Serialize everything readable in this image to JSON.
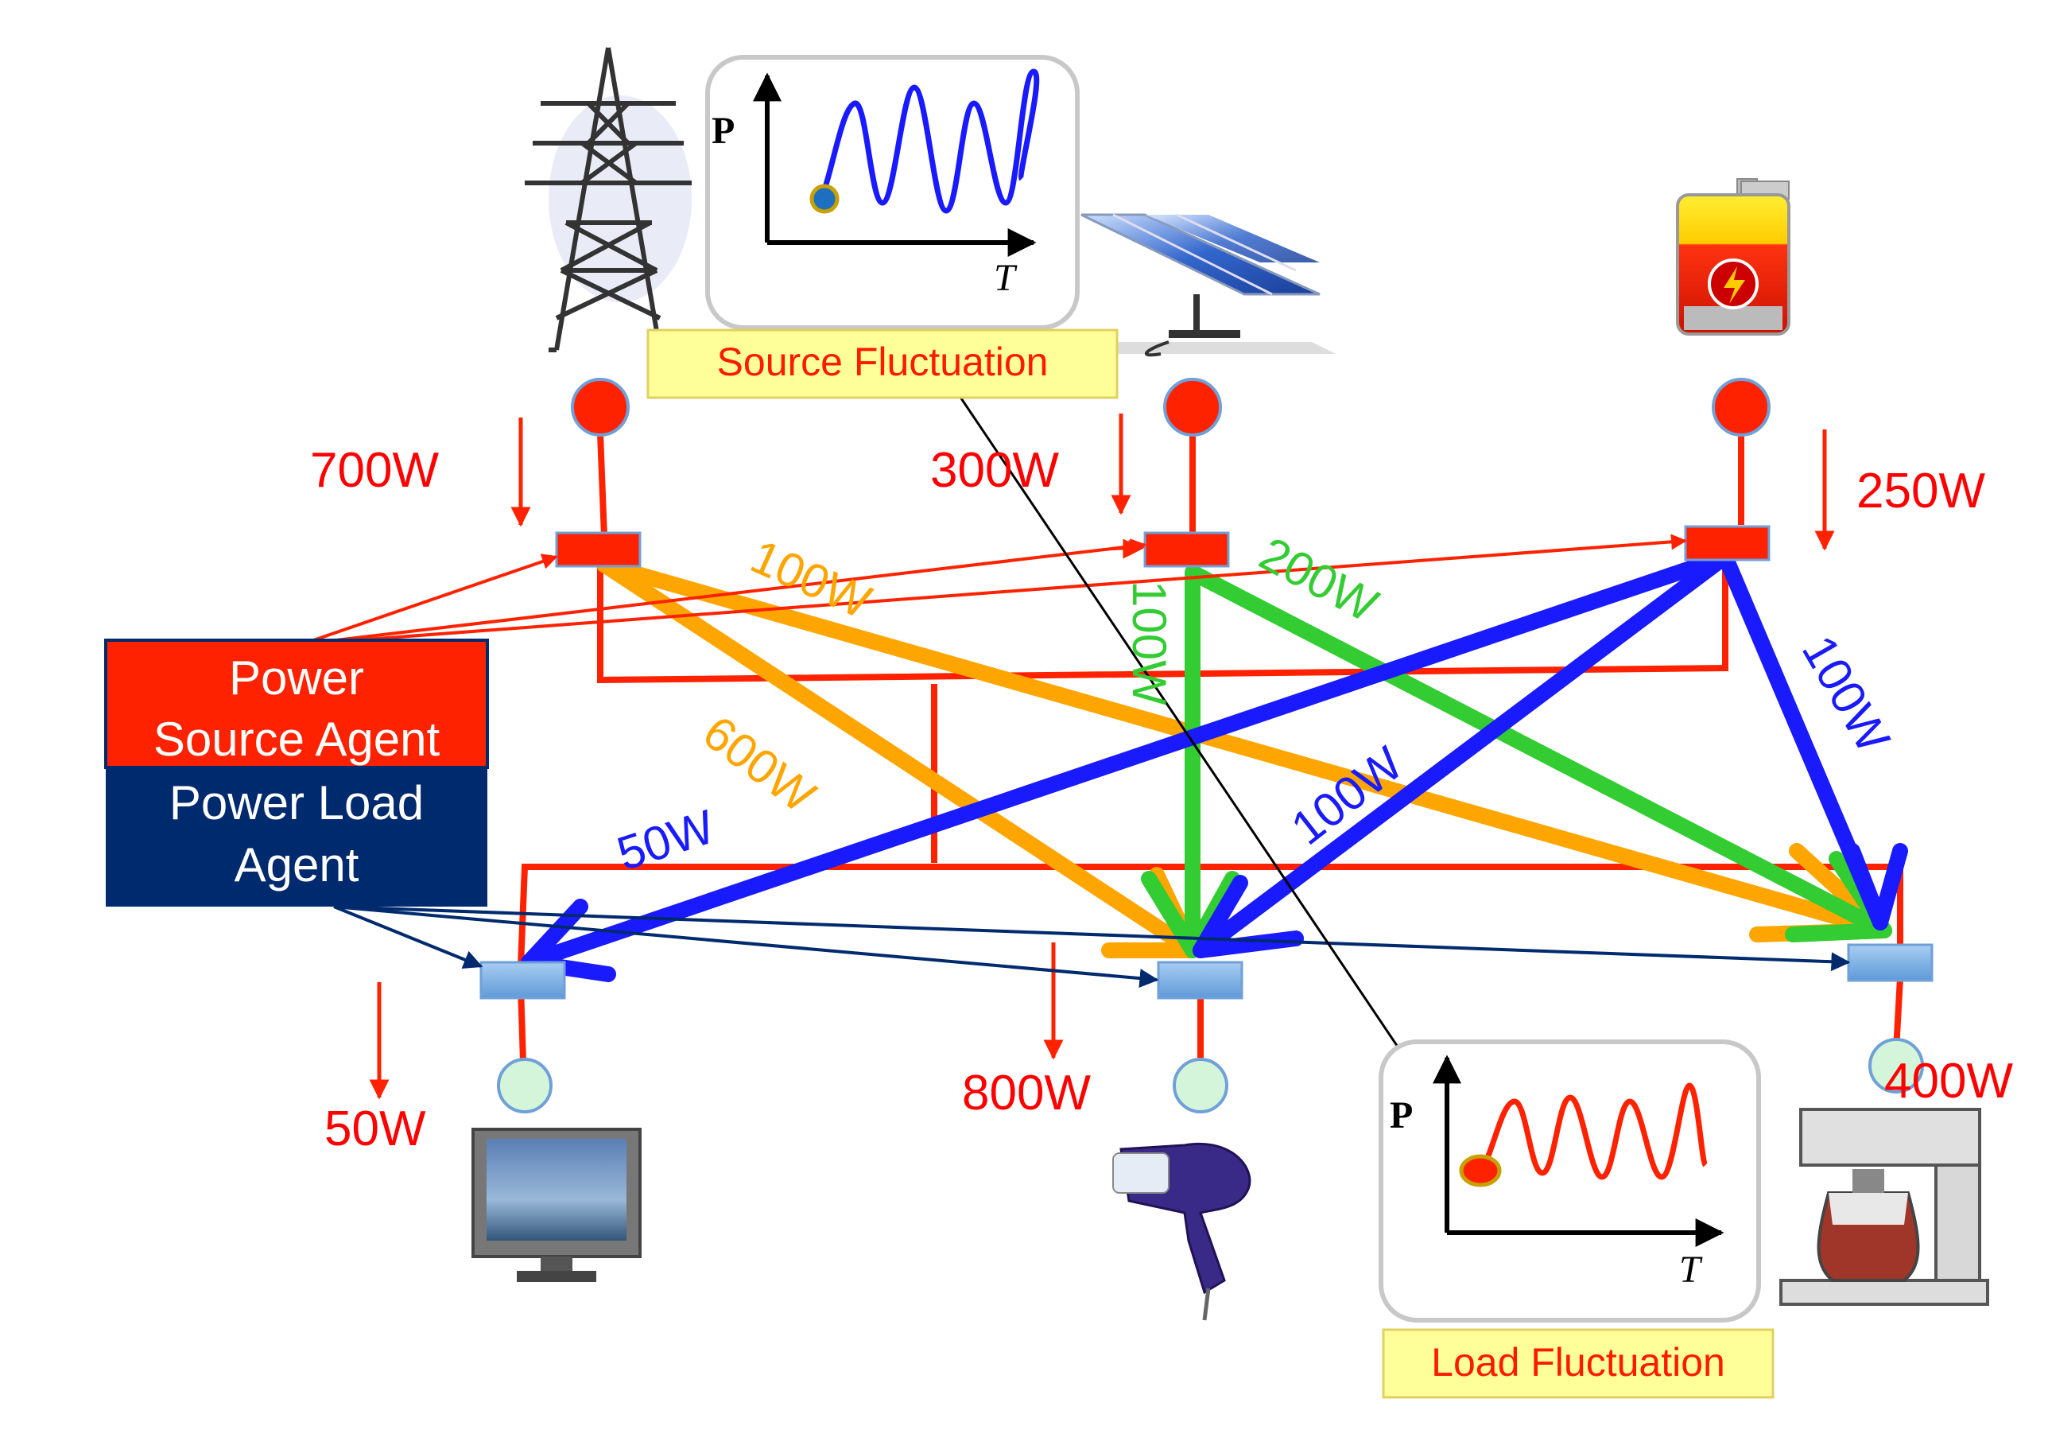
{
  "source_fluctuation": {
    "caption": "Source Fluctuation",
    "y_axis": "P",
    "x_axis": "T"
  },
  "load_fluctuation": {
    "caption": "Load Fluctuation",
    "y_axis": "P",
    "x_axis": "T"
  },
  "legend": {
    "source_agent": [
      "Power",
      "Source Agent"
    ],
    "load_agent": [
      "Power Load",
      "Agent"
    ]
  },
  "sources": [
    {
      "device": "transmission-tower",
      "power": "700W"
    },
    {
      "device": "solar-panel",
      "power": "300W"
    },
    {
      "device": "battery",
      "power": "250W"
    }
  ],
  "loads": [
    {
      "device": "television",
      "power": "50W"
    },
    {
      "device": "hair-dryer",
      "power": "800W"
    },
    {
      "device": "coffee-maker",
      "power": "400W"
    }
  ],
  "flows": [
    {
      "from": "transmission-tower",
      "to": "coffee-maker",
      "label": "100W",
      "color": "#ffa500"
    },
    {
      "from": "transmission-tower",
      "to": "hair-dryer",
      "label": "600W",
      "color": "#ffa500"
    },
    {
      "from": "solar-panel",
      "to": "hair-dryer",
      "label": "100W",
      "color": "#33cc33"
    },
    {
      "from": "solar-panel",
      "to": "coffee-maker",
      "label": "200W",
      "color": "#33cc33"
    },
    {
      "from": "battery",
      "to": "television",
      "label": "50W",
      "color": "#1a1aff"
    },
    {
      "from": "battery",
      "to": "hair-dryer",
      "label": "100W",
      "color": "#1a1aff"
    },
    {
      "from": "battery",
      "to": "coffee-maker",
      "label": "100W",
      "color": "#1a1aff"
    }
  ],
  "colors": {
    "grid_red": "#ff2200",
    "label_red": "#ff0000",
    "source_agent_bg": "#ff2200",
    "load_agent_bg": "#002a6e",
    "load_agent_node": "#7fb3e6",
    "load_node_fill": "#d4f5d9",
    "caption_bg": "#ffff99"
  }
}
